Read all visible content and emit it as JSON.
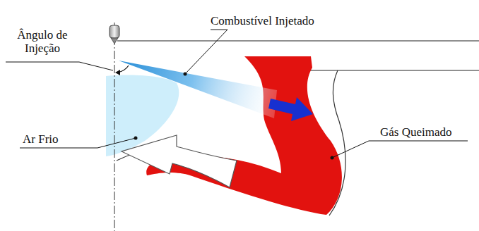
{
  "diagram": {
    "labels": [
      "Combustível Injetado",
      "Ângulo de Injeção",
      "Ar Frio",
      "Gás Queimado"
    ]
  }
}
